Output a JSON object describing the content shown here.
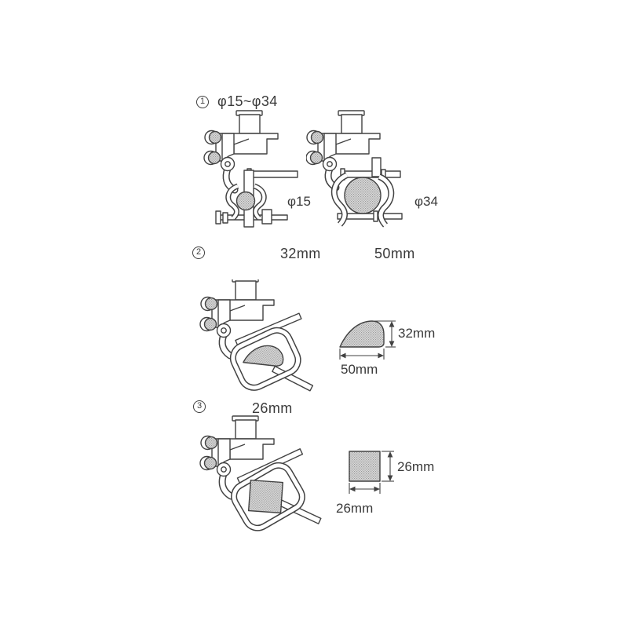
{
  "page": {
    "background": "#ffffff",
    "ink_color": "#424242",
    "text_color": "#3a3a3a",
    "hatch_color": "#d9d9d9"
  },
  "sections": [
    {
      "number": "1",
      "header": "φ15~φ34",
      "figures": [
        {
          "name": "clamp-holding-round-tube-15mm",
          "caption": "φ15"
        },
        {
          "name": "clamp-holding-round-tube-34mm",
          "caption": "φ34"
        }
      ]
    },
    {
      "number": "2",
      "column_labels": [
        "32mm",
        "50mm"
      ],
      "figure": {
        "name": "clamp-holding-aero-post"
      },
      "dimension_figure": {
        "shape": "aero-profile",
        "height_label": "32mm",
        "width_label": "50mm"
      }
    },
    {
      "number": "3",
      "column_labels": [
        "26mm"
      ],
      "figure": {
        "name": "clamp-holding-square-post"
      },
      "dimension_figure": {
        "shape": "square-profile",
        "height_label": "26mm",
        "width_label": "26mm"
      }
    }
  ]
}
